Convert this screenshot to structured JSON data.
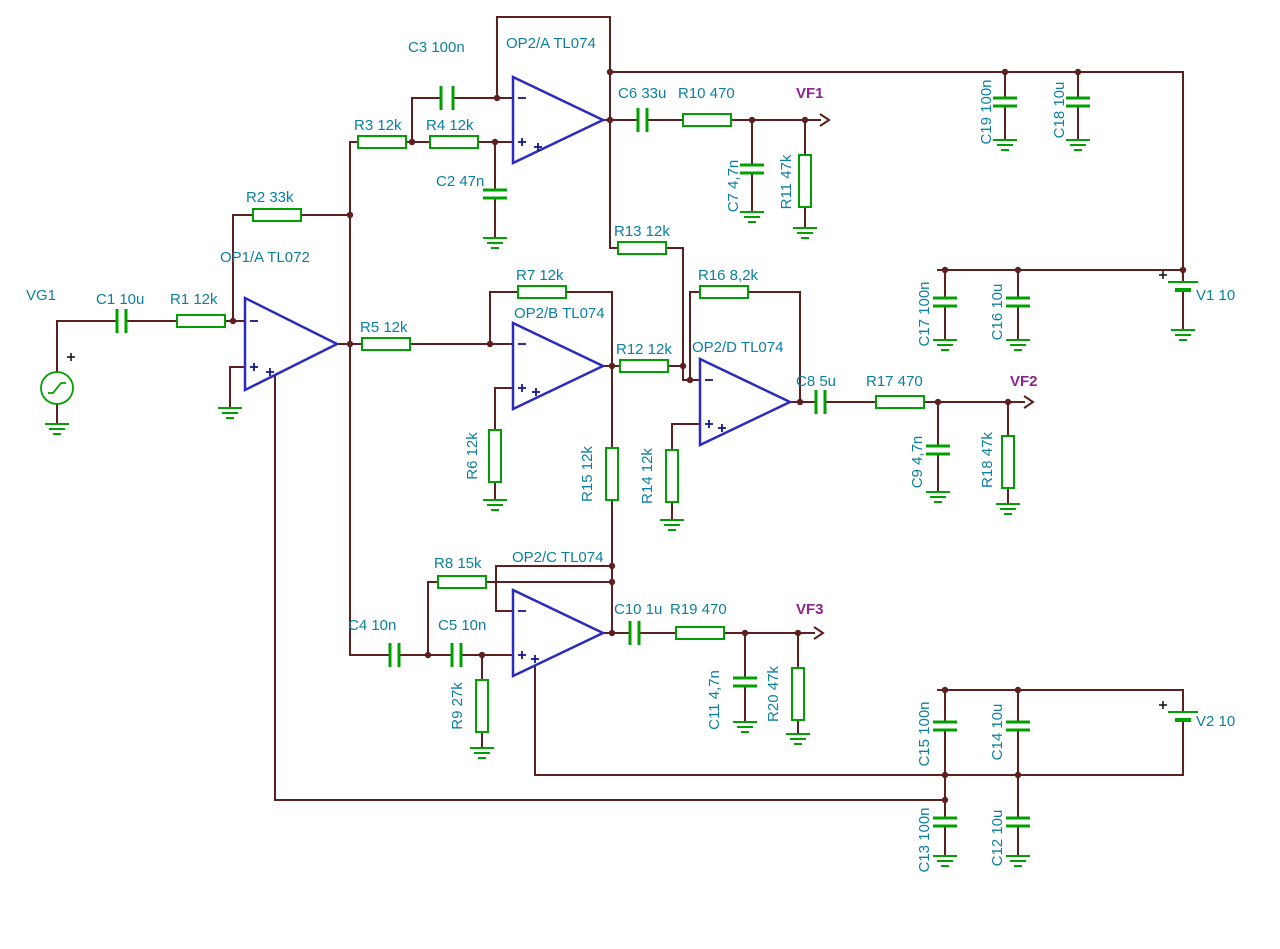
{
  "diagram": {
    "type": "circuit-schematic",
    "background": "#ffffff"
  },
  "colors": {
    "wire": "#5d2020",
    "component": "#00a000",
    "opamp": "#2b2bbe",
    "label": "#0b7f9f",
    "output_label": "#8e238e"
  },
  "labels": {
    "vg1": "VG1",
    "c1": "C1 10u",
    "r1": "R1 12k",
    "op1a": "OP1/A TL072",
    "r2": "R2 33k",
    "r3": "R3 12k",
    "r4": "R4 12k",
    "c3": "C3 100n",
    "op2a": "OP2/A TL074",
    "c2": "C2 47n",
    "c6": "C6 33u",
    "r10": "R10 470",
    "vf1": "VF1",
    "c7": "C7 4,7n",
    "r11": "R11 47k",
    "c19": "C19 100n",
    "c18": "C18 10u",
    "r13": "R13 12k",
    "r7": "R7 12k",
    "r16": "R16 8,2k",
    "op2b": "OP2/B TL074",
    "op2d": "OP2/D TL074",
    "r5": "R5 12k",
    "r12": "R12 12k",
    "c8": "C8 5u",
    "r17": "R17 470",
    "vf2": "VF2",
    "c17": "C17 100n",
    "c16": "C16 10u",
    "v1": "V1 10",
    "r6": "R6 12k",
    "r15": "R15 12k",
    "r14": "R14 12k",
    "c9": "C9 4,7n",
    "r18": "R18 47k",
    "r8": "R8 15k",
    "op2c": "OP2/C TL074",
    "c4": "C4 10n",
    "c5": "C5 10n",
    "c10": "C10 1u",
    "r19": "R19 470",
    "vf3": "VF3",
    "r9": "R9 27k",
    "c11": "C11 4,7n",
    "r20": "R20 47k",
    "c15": "C15 100n",
    "c14": "C14 10u",
    "v2": "V2 10",
    "c13": "C13 100n",
    "c12": "C12 10u"
  }
}
